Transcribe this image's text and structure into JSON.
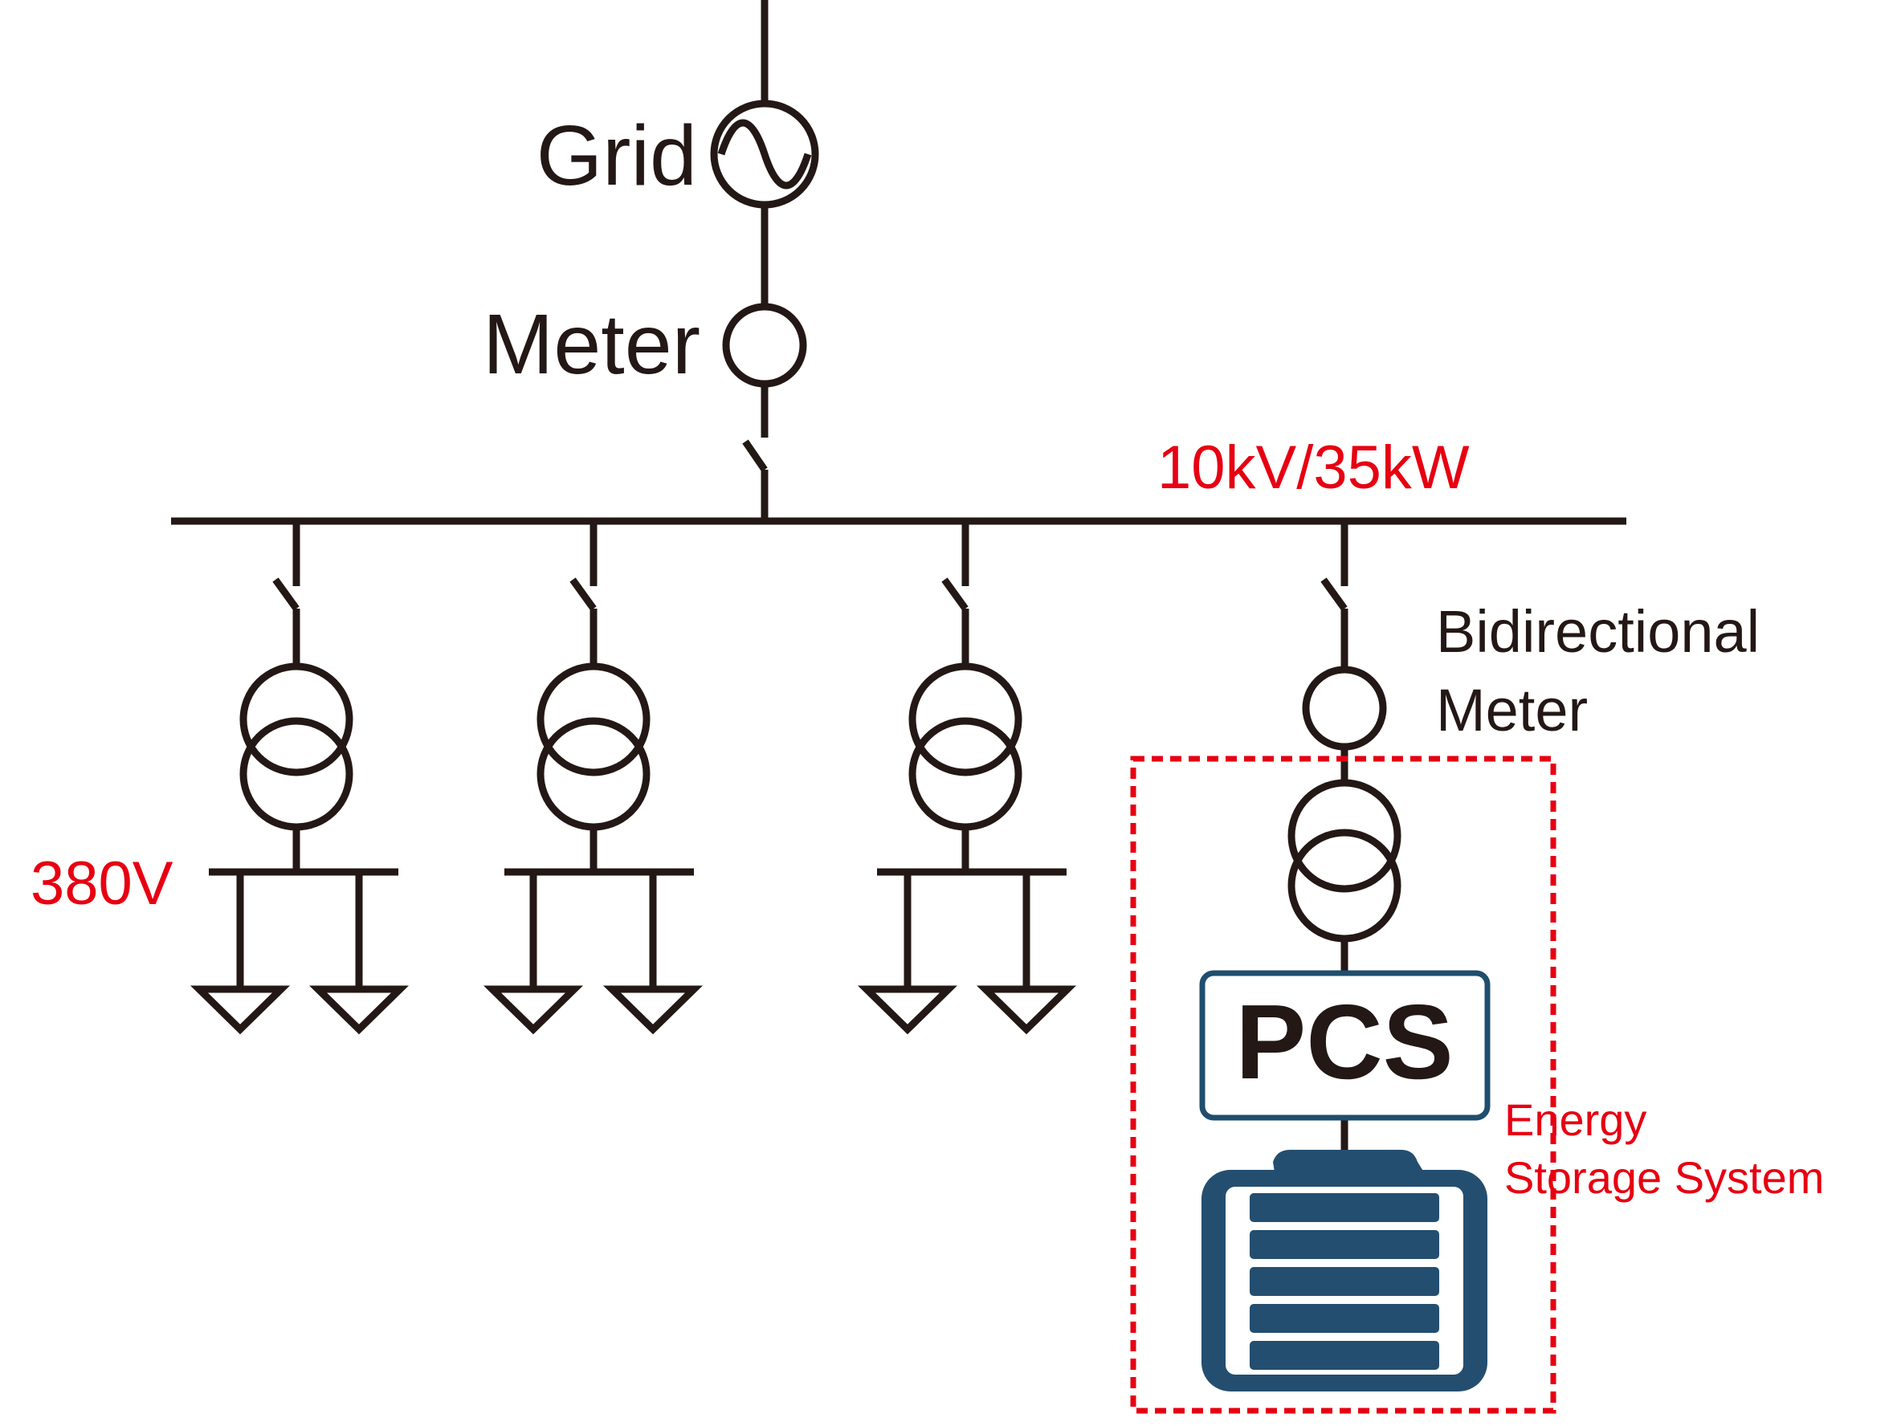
{
  "labels": {
    "grid": "Grid",
    "meter": "Meter",
    "bus_voltage": "10kV/35kW",
    "bidirectional_line1": "Bidirectional",
    "bidirectional_line2": "Meter",
    "low_voltage": "380V",
    "pcs": "PCS",
    "ess_line1": "Energy",
    "ess_line2": "Storage System"
  },
  "colors": {
    "line": "#231815",
    "accent_red": "#e60012",
    "pcs_border": "#1f4e6e",
    "battery_fill": "#244e6f"
  }
}
